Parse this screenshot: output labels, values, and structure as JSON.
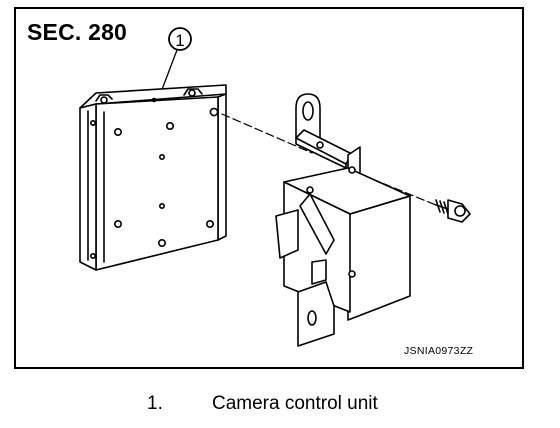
{
  "section": "SEC. 280",
  "callout": "1",
  "figure_code": "JSNIA0973ZZ",
  "legend": [
    {
      "num": "1.",
      "text": "Camera control unit"
    }
  ]
}
